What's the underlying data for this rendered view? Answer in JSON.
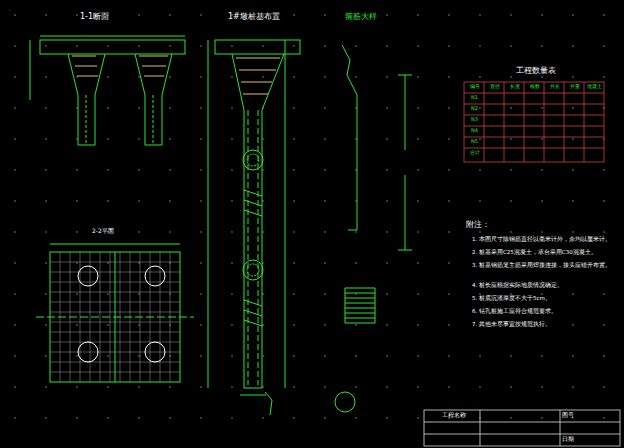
{
  "diagram": {
    "nodes": [
      {
        "text": [
          "工程数量表"
        ]
      },
      {
        "text": [
          "工程名称"
        ]
      }
    ],
    "labels": [
      "1-1断面",
      "1#墩桩基布置",
      "箍筋大样",
      "2-2平面",
      "附注：",
      "1. 本图尺寸除钢筋直径以毫米计外，余均以厘米计。",
      "2. 桩基采用C25混凝土，承台采用C30混凝土。",
      "3. 桩基钢筋笼主筋采用焊接连接，接头应错开布置。",
      "4. 桩长应根据实际地质情况确定。",
      "5. 桩底沉渣厚度不大于5cm。",
      "6. 钻孔桩施工应符合规范要求。",
      "7. 其他未尽事宜按规范执行。",
      "编号",
      "直径",
      "长度",
      "根数",
      "共长",
      "共重",
      "混凝土",
      "N1",
      "N2",
      "N3",
      "N4",
      "N5",
      "合计",
      "图号",
      "日期"
    ]
  }
}
